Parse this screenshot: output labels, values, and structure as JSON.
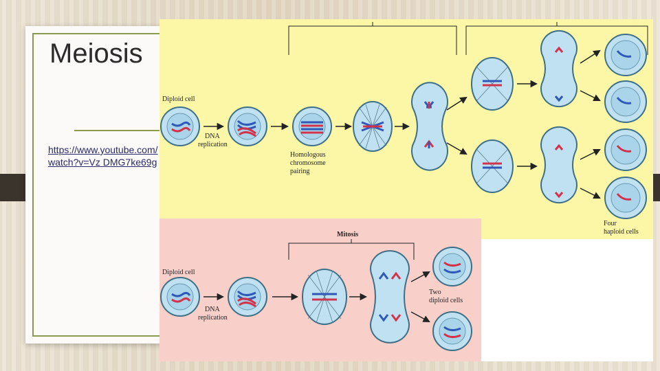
{
  "slide": {
    "title": "Meiosis",
    "link_text": "https://www.youtube.com/watch?v=Vz DMG7ke69g"
  },
  "meiosis_panel": {
    "labels": {
      "diploid_cell": "Diploid cell",
      "dna_line1": "DNA",
      "dna_line2": "replication",
      "homologous_line1": "Homologous",
      "homologous_line2": "chromosome",
      "homologous_line3": "pairing",
      "four_line1": "Four",
      "four_line2": "haploid cells"
    }
  },
  "mitosis_panel": {
    "labels": {
      "heading": "Mitosis",
      "diploid_cell": "Diploid cell",
      "dna_line1": "DNA",
      "dna_line2": "replication",
      "two_line1": "Two",
      "two_line2": "diploid cells"
    }
  },
  "colors": {
    "meiosis_bg": "#fbf7a6",
    "mitosis_bg": "#f9cfca",
    "cell_fill": "#bfe1f1",
    "cell_stroke": "#3f6f85",
    "chromosome_red": "#d2334b",
    "chromosome_blue": "#2f58b8",
    "accent": "#8a9a4f"
  }
}
